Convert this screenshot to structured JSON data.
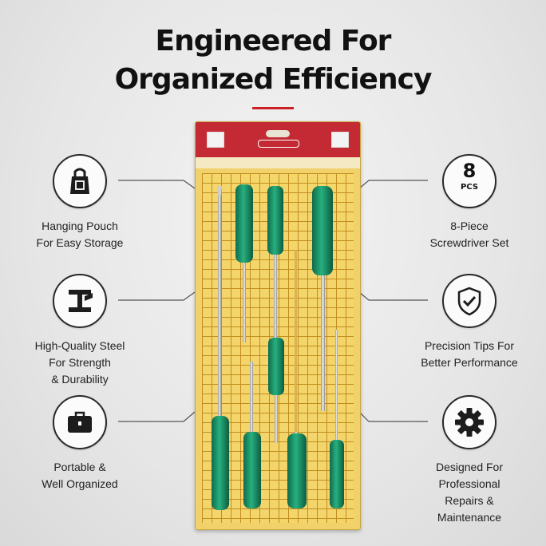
{
  "headline": {
    "line1": "Engineered For",
    "line2": "Organized Efficiency"
  },
  "colors": {
    "accent": "#cc2027",
    "handle": "#1f9a6e",
    "card": "#f1d16a",
    "header": "#c42a33"
  },
  "features": {
    "left": [
      {
        "icon": "pouch-icon",
        "lines": [
          "Hanging Pouch",
          "For Easy Storage"
        ]
      },
      {
        "icon": "steel-beam-icon",
        "lines": [
          "High-Quality Steel",
          "For Strength",
          "& Durability"
        ]
      },
      {
        "icon": "briefcase-icon",
        "lines": [
          "Portable &",
          "Well Organized"
        ]
      }
    ],
    "right": [
      {
        "icon": "piece-count-badge",
        "badge_number": "8",
        "badge_unit": "PCS",
        "lines": [
          "8-Piece",
          "Screwdriver Set"
        ]
      },
      {
        "icon": "shield-check-icon",
        "lines": [
          "Precision Tips For",
          "Better Performance"
        ]
      },
      {
        "icon": "gear-icon",
        "lines": [
          "Designed For",
          "Professional",
          "Repairs &",
          "Maintenance"
        ]
      }
    ]
  }
}
